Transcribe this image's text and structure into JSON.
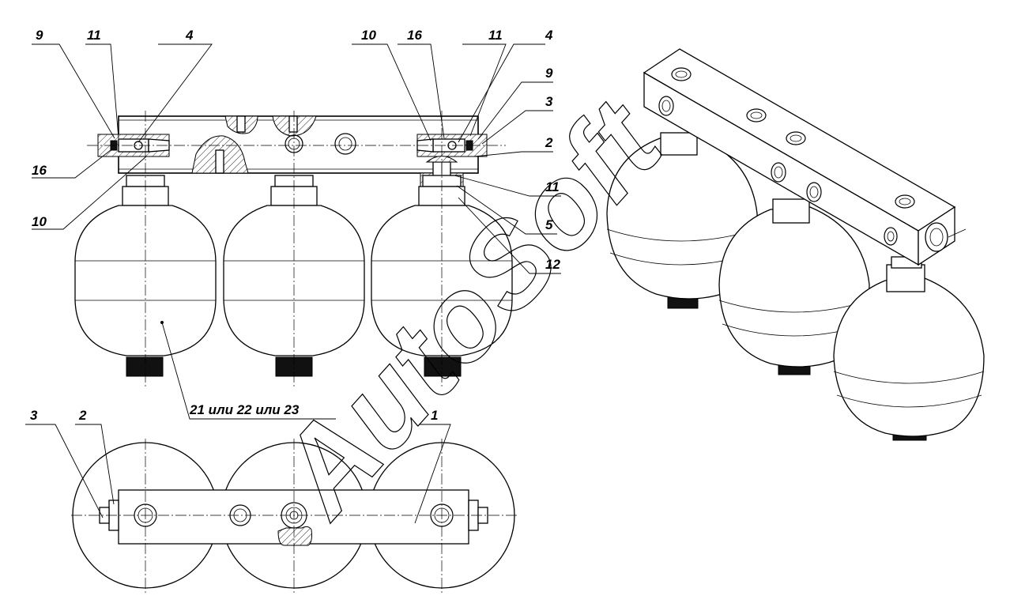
{
  "watermark": "AutoSoft",
  "front_view": {
    "labels": {
      "l9": "9",
      "l11a": "11",
      "l4a": "4",
      "l16a": "16",
      "l10a": "10",
      "l10b": "10",
      "l16b": "16",
      "l11b": "11",
      "l4b": "4",
      "l9b": "9",
      "l3a": "3",
      "l2a": "2",
      "l11c": "11",
      "l5": "5",
      "l12": "12"
    },
    "bottle_label": "21 или  22  или  23"
  },
  "top_view": {
    "labels": {
      "l3": "3",
      "l2": "2",
      "l1": "1"
    }
  }
}
